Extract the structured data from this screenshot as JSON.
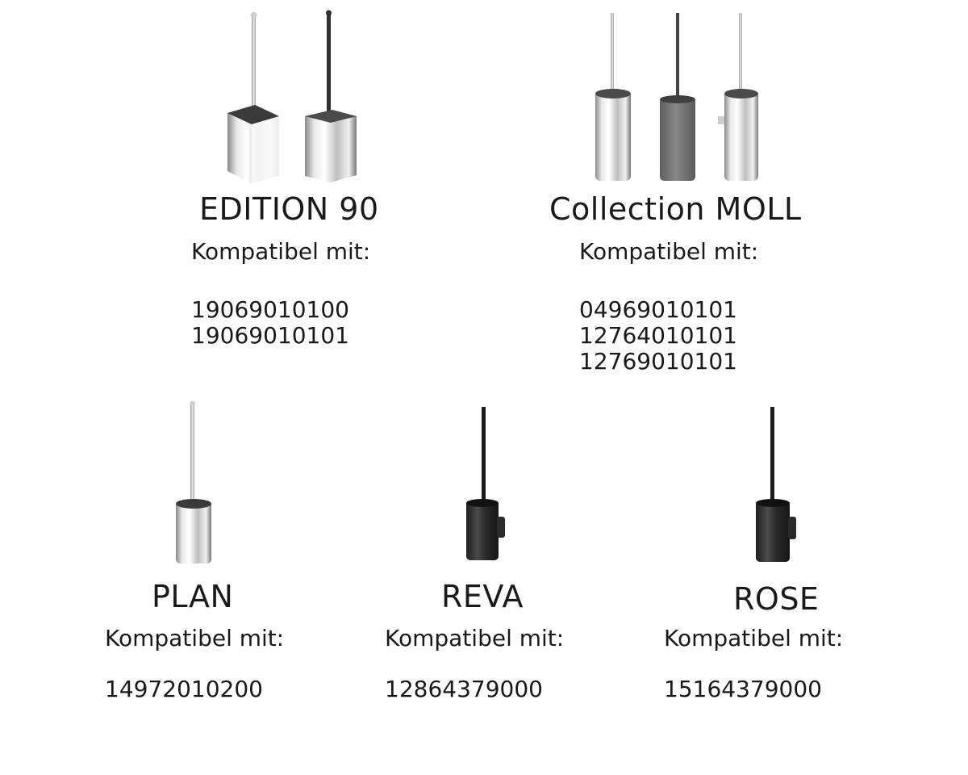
{
  "colors": {
    "chrome_light": "#f4f4f4",
    "chrome_mid": "#bdbdbd",
    "chrome_dark": "#6e6e6e",
    "gray_body": "#7a7a7a",
    "black_body": "#2b2b2b",
    "text": "#1a1a1a"
  },
  "products": [
    {
      "title": "EDITION 90",
      "compat_label": "Kompatibel mit:",
      "codes": [
        "19069010100",
        "19069010101"
      ],
      "image_icon": "square-toilet-brush-holders-icon"
    },
    {
      "title": "Collection MOLL",
      "compat_label": "Kompatibel mit:",
      "codes": [
        "04969010101",
        "12764010101",
        "12769010101"
      ],
      "image_icon": "cylindrical-toilet-brush-holders-icon"
    },
    {
      "title": "PLAN",
      "compat_label": "Kompatibel mit:",
      "codes": [
        "14972010200"
      ],
      "image_icon": "chrome-cylinder-toilet-brush-icon"
    },
    {
      "title": "REVA",
      "compat_label": "Kompatibel mit:",
      "codes": [
        "12864379000"
      ],
      "image_icon": "black-wall-toilet-brush-icon"
    },
    {
      "title": "ROSE",
      "compat_label": "Kompatibel mit:",
      "codes": [
        "15164379000"
      ],
      "image_icon": "black-wall-toilet-brush-icon"
    }
  ]
}
